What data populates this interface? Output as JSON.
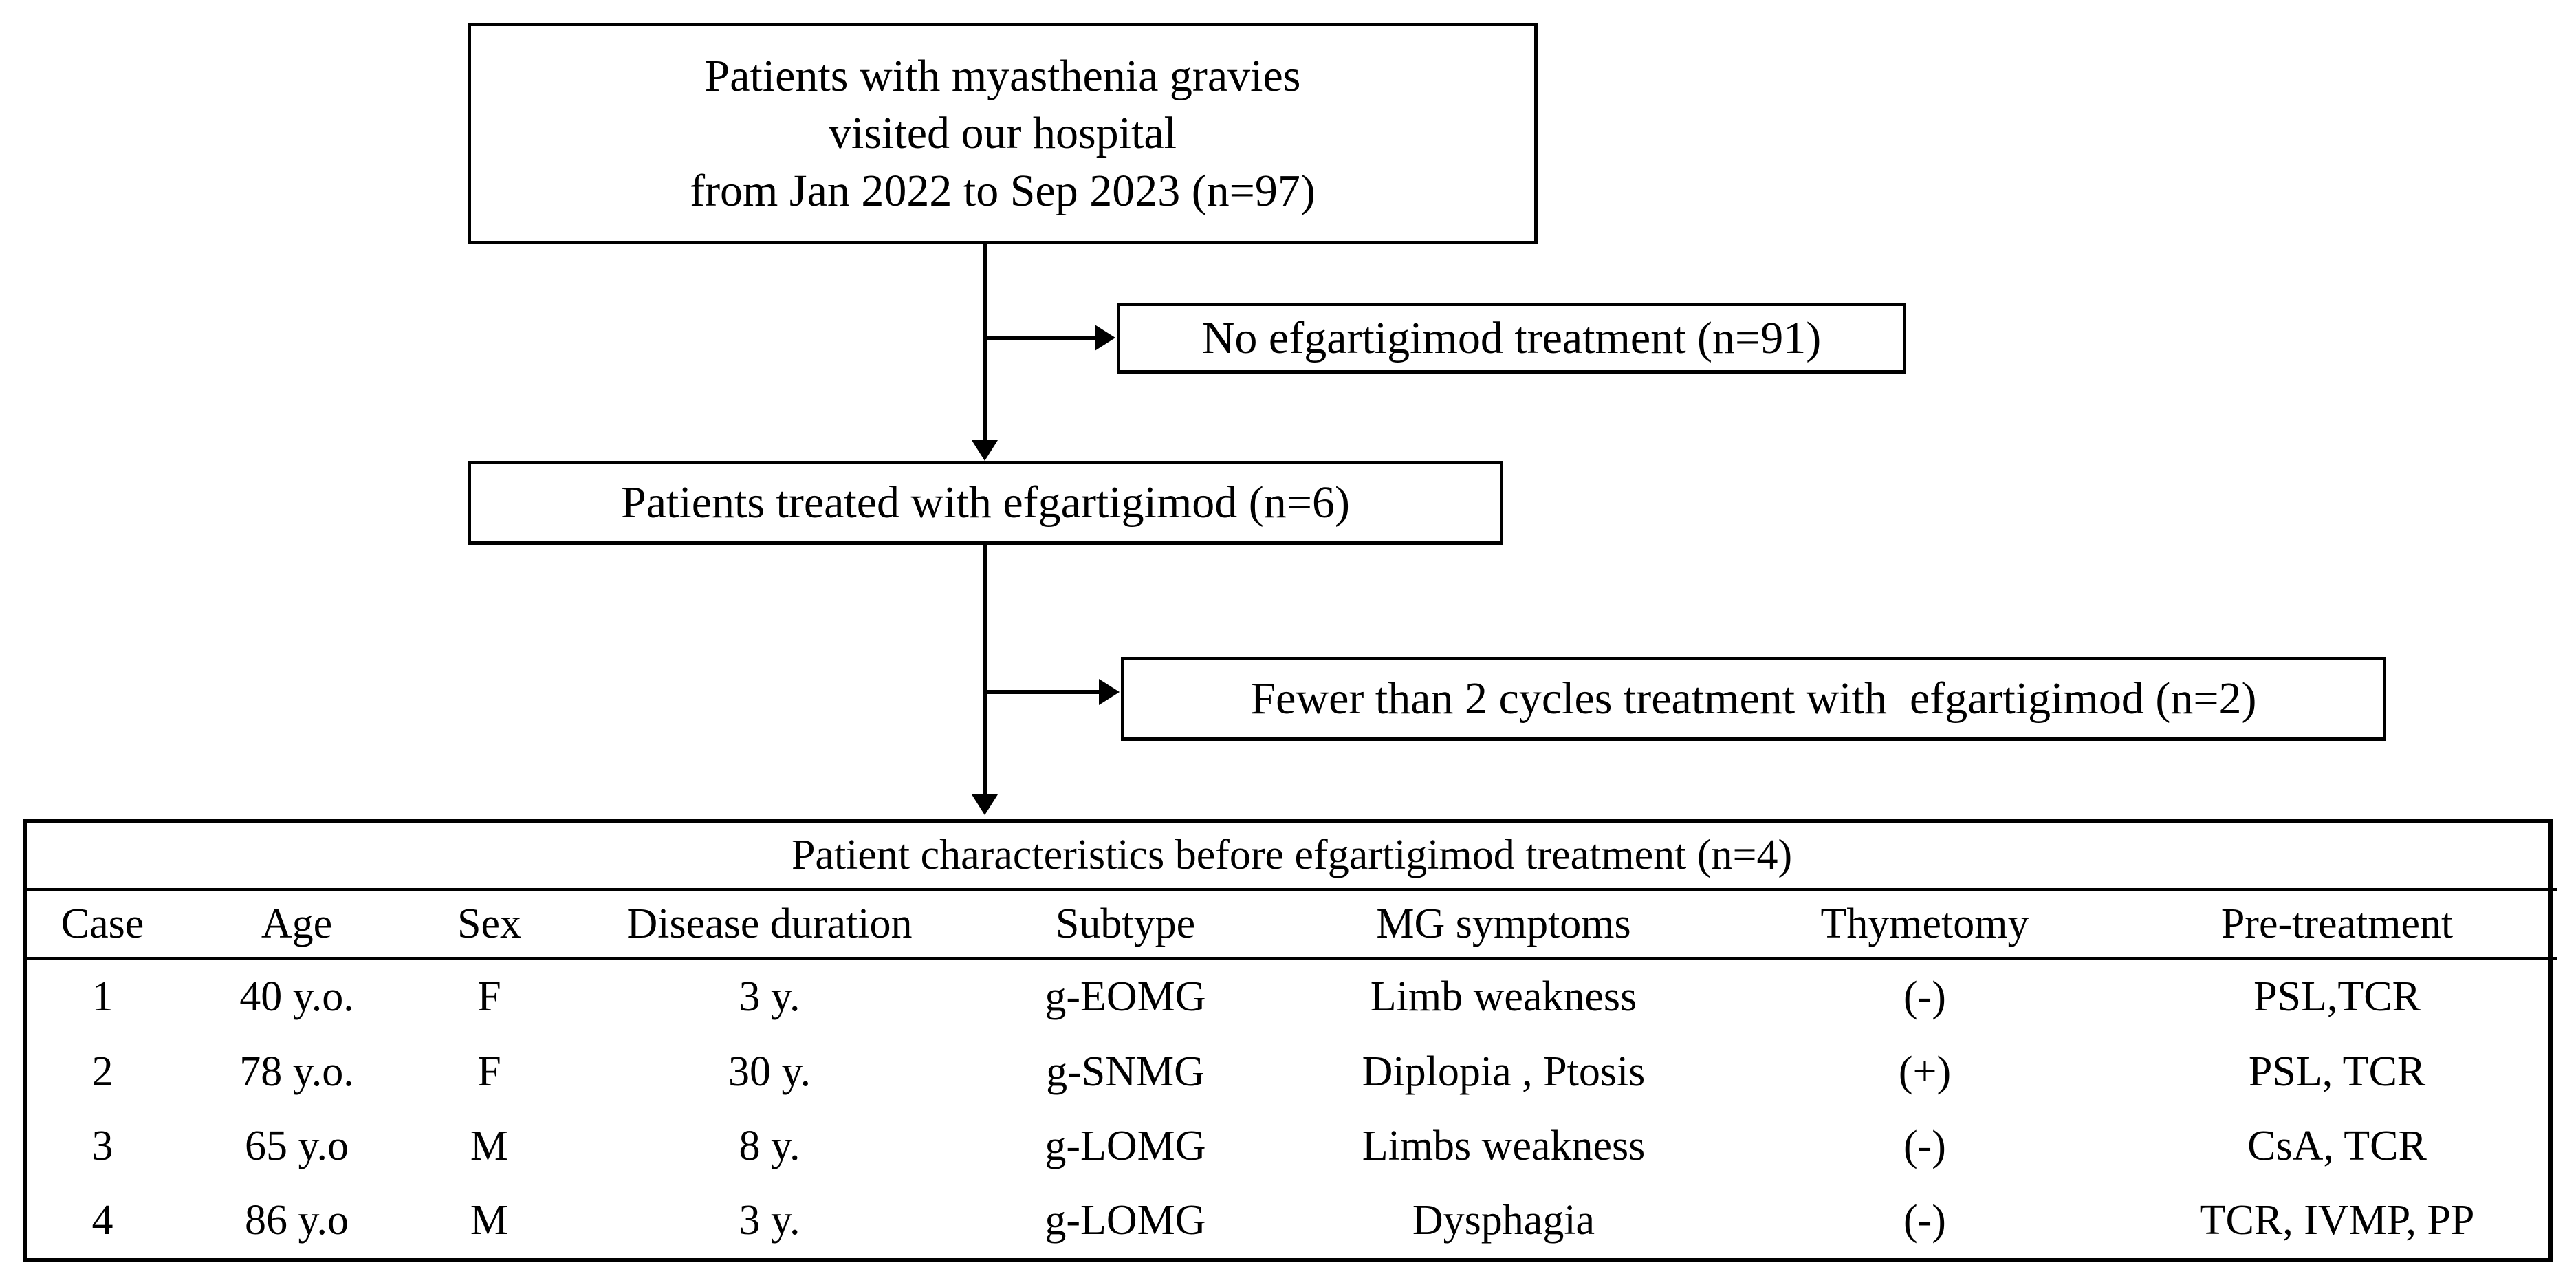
{
  "figure": {
    "type": "patient-selection-flowchart",
    "colors": {
      "line": "#000000",
      "background": "#ffffff",
      "text": "#000000"
    }
  },
  "flow": {
    "cohort_box": {
      "line1": "Patients with myasthenia gravies",
      "line2": "visited our hospital",
      "line3": "from Jan 2022 to Sep 2023 (n=97)"
    },
    "excluded_no_treatment": "No efgartigimod treatment (n=91)",
    "treated_box": "Patients treated with efgartigimod (n=6)",
    "excluded_fewer_cycles": "Fewer than 2 cycles treatment with  efgartigimod (n=2)"
  },
  "table": {
    "title": "Patient characteristics before efgartigimod treatment (n=4)",
    "columns": [
      "Case",
      "Age",
      "Sex",
      "Disease duration",
      "Subtype",
      "MG symptoms",
      "Thymetomy",
      "Pre-treatment"
    ],
    "rows": [
      {
        "case": "1",
        "age": "40 y.o.",
        "sex": "F",
        "duration": "3 y.",
        "subtype": "g-EOMG",
        "symptoms": "Limb weakness",
        "thymectomy": "(-)",
        "pretreatment": "PSL,TCR"
      },
      {
        "case": "2",
        "age": "78 y.o.",
        "sex": "F",
        "duration": "30 y.",
        "subtype": "g-SNMG",
        "symptoms": "Diplopia , Ptosis",
        "thymectomy": "(+)",
        "pretreatment": "PSL, TCR"
      },
      {
        "case": "3",
        "age": "65 y.o",
        "sex": "M",
        "duration": "8 y.",
        "subtype": "g-LOMG",
        "symptoms": "Limbs weakness",
        "thymectomy": "(-)",
        "pretreatment": "CsA, TCR"
      },
      {
        "case": "4",
        "age": "86 y.o",
        "sex": "M",
        "duration": "3 y.",
        "subtype": "g-LOMG",
        "symptoms": "Dysphagia",
        "thymectomy": "(-)",
        "pretreatment": "TCR, IVMP, PP"
      }
    ]
  }
}
